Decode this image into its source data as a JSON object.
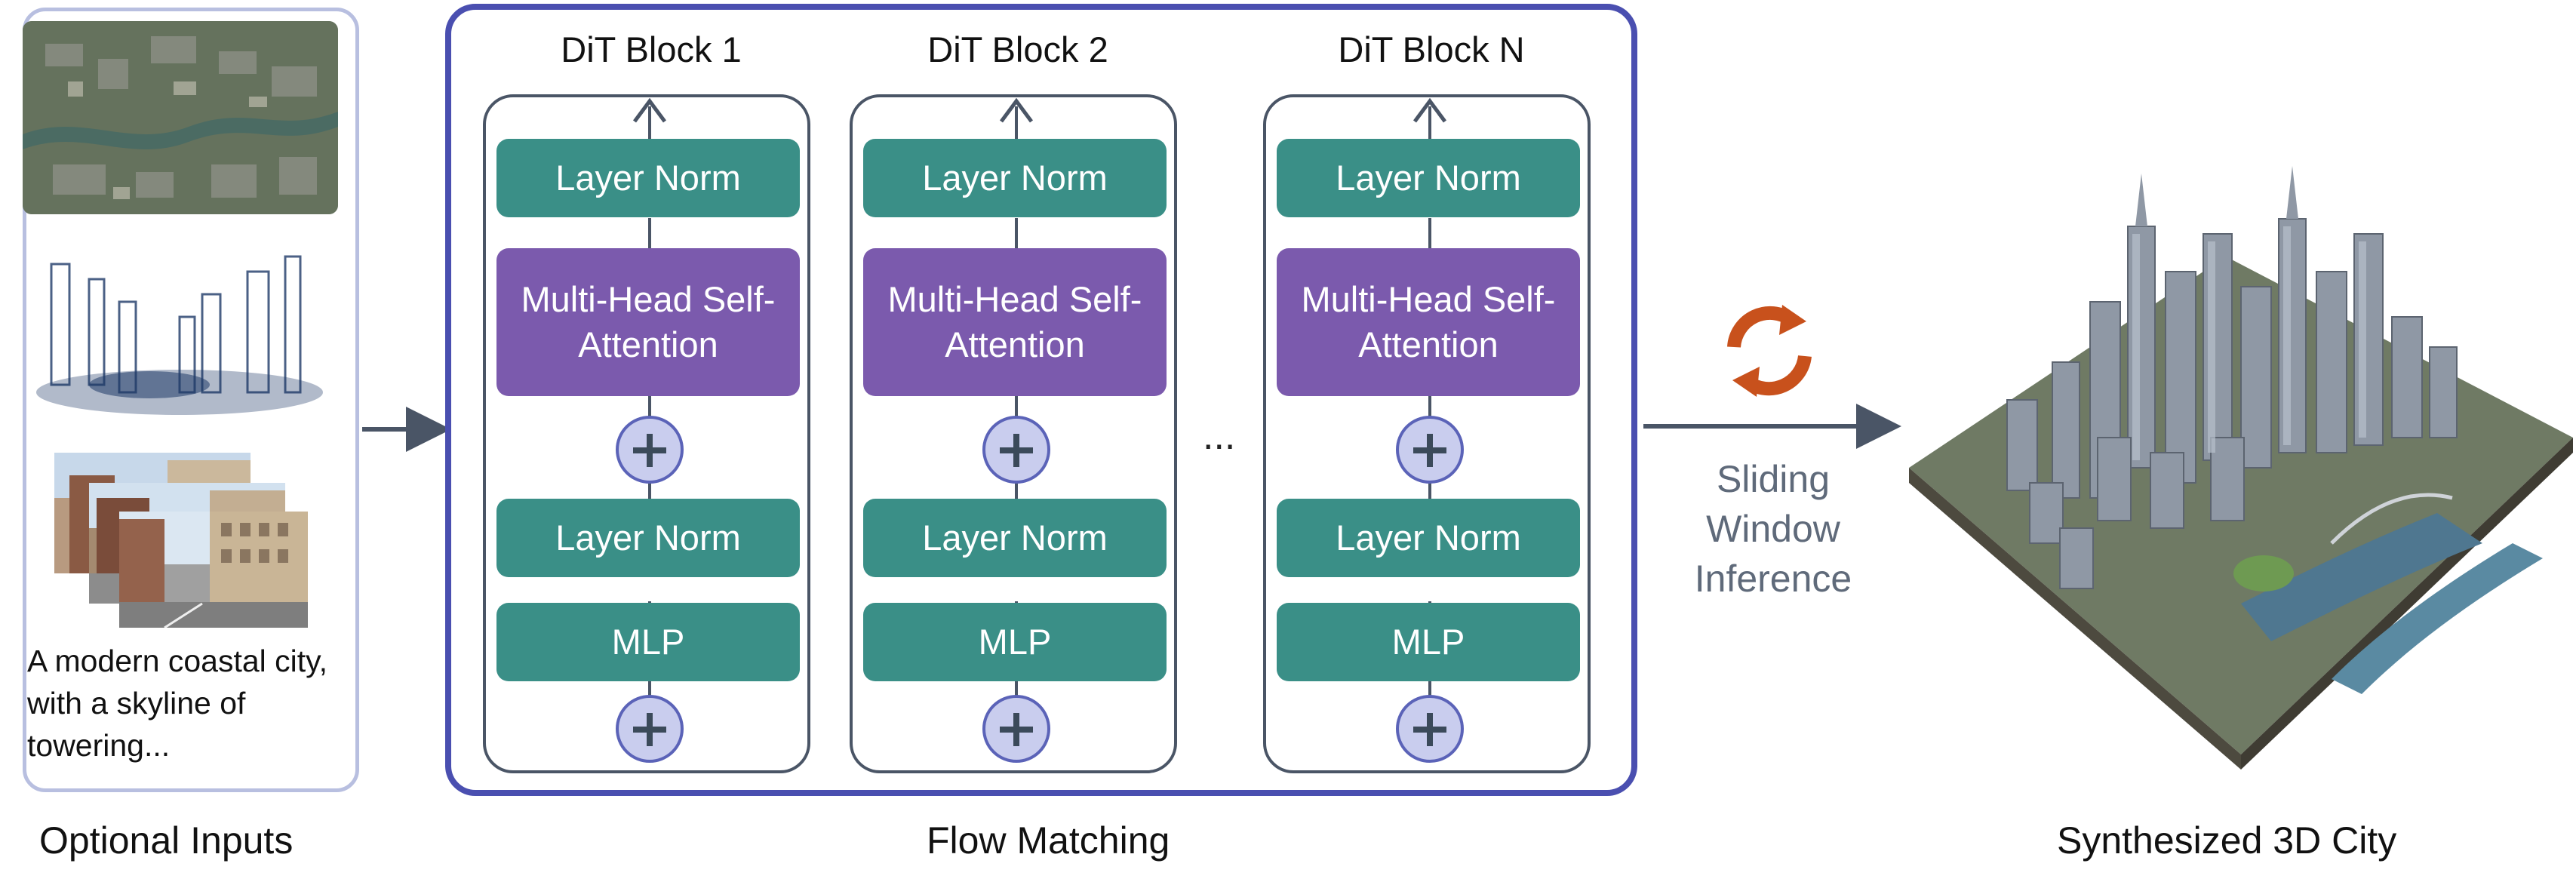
{
  "inputs": {
    "caption": "Optional Inputs",
    "prompt_text": "A modern coastal city, with a skyline of towering..."
  },
  "flow": {
    "caption": "Flow Matching",
    "ellipsis": "...",
    "blocks": [
      {
        "title": "DiT Block 1",
        "layer_norm_top": "Layer Norm",
        "attention": "Multi-Head Self-Attention",
        "layer_norm_bottom": "Layer Norm",
        "mlp": "MLP"
      },
      {
        "title": "DiT Block 2",
        "layer_norm_top": "Layer Norm",
        "attention": "Multi-Head Self-Attention",
        "layer_norm_bottom": "Layer Norm",
        "mlp": "MLP"
      },
      {
        "title": "DiT Block N",
        "layer_norm_top": "Layer Norm",
        "attention": "Multi-Head Self-Attention",
        "layer_norm_bottom": "Layer Norm",
        "mlp": "MLP"
      }
    ]
  },
  "sliding_window": {
    "line1": "Sliding",
    "line2": "Window",
    "line3": "Inference"
  },
  "output": {
    "caption": "Synthesized 3D City"
  },
  "colors": {
    "teal": "#3a8f87",
    "purple": "#7b5aad",
    "panel_border": "#4a4fb0",
    "refresh": "#c8511c",
    "arrow": "#4a5566"
  }
}
